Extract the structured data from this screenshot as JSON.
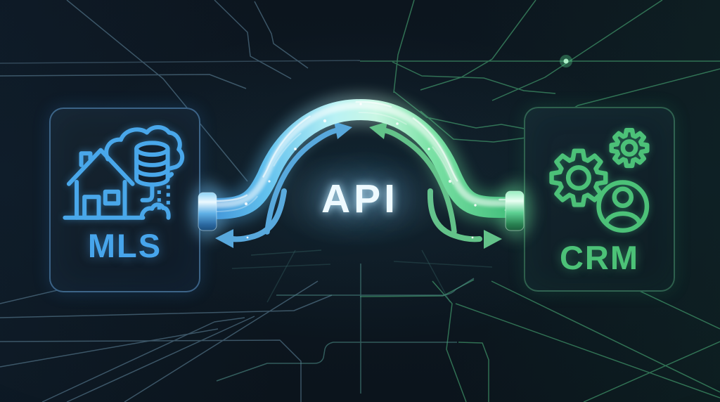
{
  "diagram": {
    "type": "system-integration-illustration",
    "connector_label": "API",
    "left_card": {
      "label": "MLS",
      "accent_color": "#47a5ec",
      "icons": [
        "house-icon",
        "cloud-icon",
        "database-icon",
        "data-dots-icon"
      ]
    },
    "right_card": {
      "label": "CRM",
      "accent_color": "#4cc277",
      "icons": [
        "gear-large-icon",
        "gear-small-icon",
        "user-circle-icon"
      ]
    },
    "flow": {
      "direction": "bidirectional",
      "shapes": [
        "arch-pipe",
        "pipe-flange-left",
        "pipe-flange-right",
        "arrow-blue-to-apex",
        "arrow-green-to-apex",
        "arrow-blue-to-mls",
        "arrow-green-to-crm"
      ]
    }
  },
  "colors": {
    "background": "#0c151e",
    "mls_accent": "#47a5ec",
    "crm_accent": "#4cc277",
    "api_text": "#eefaff",
    "pipe_blue": "#3e90d6",
    "pipe_green": "#3fbc79",
    "trace_blue": "#5d8096",
    "trace_green": "#45a171",
    "trace_teal": "#4e8d87",
    "node_glow": "#b2f5cd"
  }
}
